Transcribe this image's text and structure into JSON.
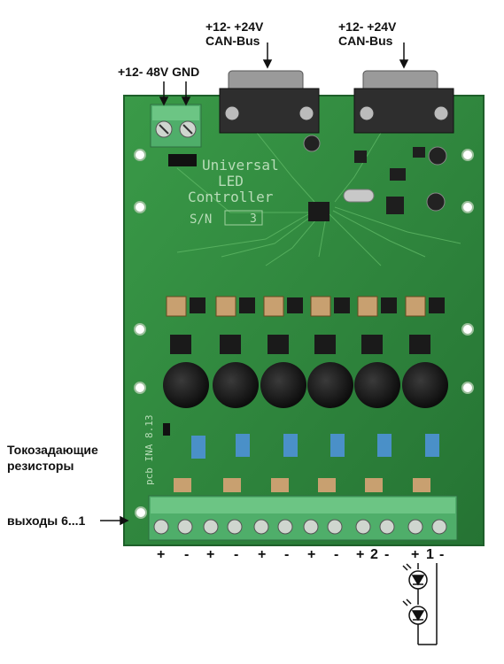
{
  "labels": {
    "power_voltage": "+12- 48V GND",
    "can1_voltage": "+12- +24V",
    "can1_bus": "CAN-Bus",
    "can2_voltage": "+12- +24V",
    "can2_bus": "CAN-Bus",
    "resistors_line1": "Токозадающие",
    "resistors_line2": "резисторы",
    "outputs": "выходы 6...1",
    "pcb_silk": "pcb INA 8.13"
  },
  "silkscreen": {
    "line1": "Universal",
    "line2": "LED",
    "line3": "Controller",
    "sn_label": "S/N",
    "sn_value": "3"
  },
  "polarity": [
    {
      "sign": "+"
    },
    {
      "sign": "-"
    },
    {
      "sign": "+"
    },
    {
      "sign": "-"
    },
    {
      "sign": "+"
    },
    {
      "sign": "-"
    },
    {
      "sign": "+"
    },
    {
      "sign": "-"
    },
    {
      "sign": "+"
    },
    {
      "sign": "2"
    },
    {
      "sign": "-"
    },
    {
      "sign": "+"
    },
    {
      "sign": "1"
    },
    {
      "sign": "-"
    }
  ],
  "colors": {
    "pcb": "#2f8a3c",
    "terminal": "#4fae6a",
    "connector": "#3a3a3a"
  }
}
